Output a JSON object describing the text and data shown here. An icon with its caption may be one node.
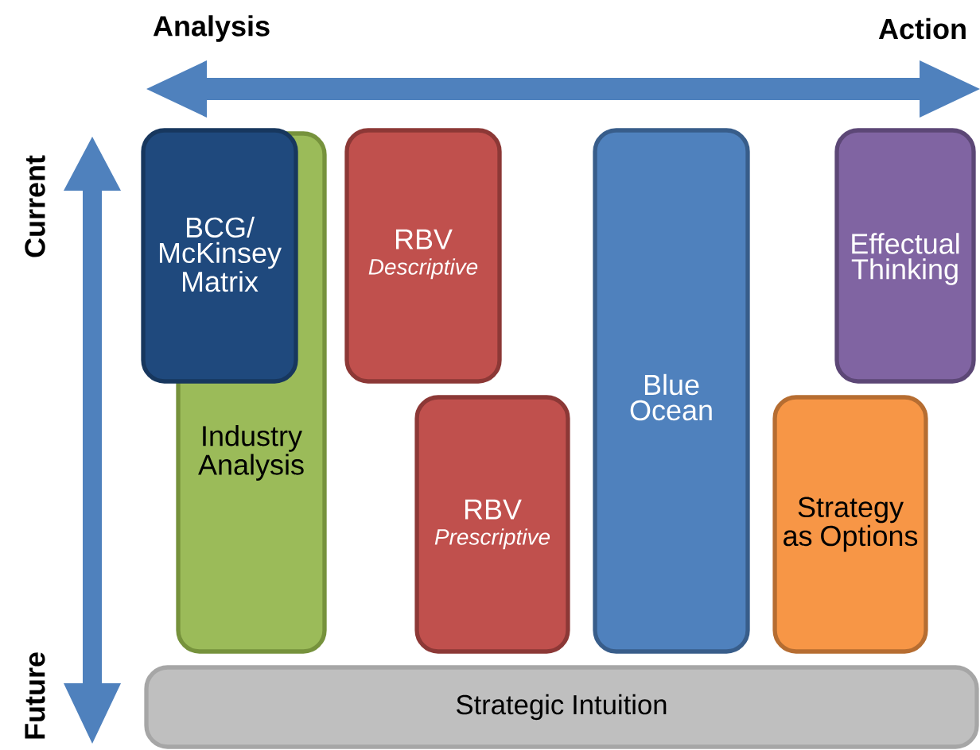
{
  "diagram": {
    "nodes": [
      {
        "text": [
          "BCG/ McKinsey Matrix"
        ]
      },
      {
        "text": [
          "Industry Analysis"
        ]
      },
      {
        "text": [
          "RBV",
          "Descriptive"
        ]
      },
      {
        "text": [
          "Blue Ocean"
        ]
      },
      {
        "text": [
          "Effectual Thinking"
        ]
      },
      {
        "text": [
          "RBV",
          "Prescriptive"
        ]
      },
      {
        "text": [
          "Strategy as Options"
        ]
      },
      {
        "text": [
          "Strategic Intuition"
        ]
      }
    ],
    "labels": [
      "Analysis",
      "Action",
      "Current",
      "Future"
    ]
  }
}
